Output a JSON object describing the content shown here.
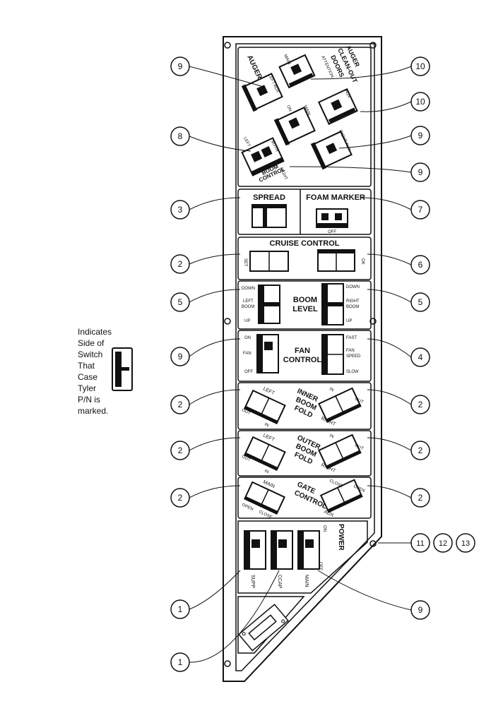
{
  "legend": {
    "text": "Indicates Side of Switch That Case Tyler P/N is marked."
  },
  "sections": {
    "augers": "AUGERS",
    "attention": "ATTENTION",
    "auger_clean_out": [
      "AUGER",
      "CLEAN-OUT",
      "DOORS"
    ],
    "main": "MAIN",
    "aux": "AUX",
    "left_aux": "LEFT AUX",
    "right_aux": "RIGHT AUX",
    "boom_control": [
      "BOOM",
      "CONTROL"
    ],
    "both": "BOTH",
    "left": "LEFT",
    "right": "RIGHT",
    "spread": "SPREAD",
    "foam_marker": "FOAM MARKER",
    "cruise_control": "CRUISE CONTROL",
    "boom_level": [
      "BOOM",
      "LEVEL"
    ],
    "left_boom": [
      "LEFT",
      "BOOM"
    ],
    "right_boom": [
      "RIGHT",
      "BOOM"
    ],
    "fan_control": [
      "FAN",
      "CONTROL"
    ],
    "fan_speed": [
      "FAN",
      "SPEED"
    ],
    "fan": "FAN",
    "inner_boom_fold": [
      "INNER",
      "BOOM",
      "FOLD"
    ],
    "outer_boom_fold": [
      "OUTER",
      "BOOM",
      "FOLD"
    ],
    "gate_control": [
      "GATE",
      "CONTROL"
    ],
    "power": "POWER",
    "supp": "SUPP",
    "ccap": "CCAP",
    "on": "ON",
    "off": "OFF",
    "up": "UP",
    "down": "DOWN",
    "in": "IN",
    "out": "OUT",
    "fast": "FAST",
    "slow": "SLOW",
    "open": "OPEN",
    "close": "CLOSE",
    "set": "SET",
    "ok": "OK"
  },
  "callouts": {
    "c1": "9",
    "c2": "10",
    "c3": "10",
    "c4": "8",
    "c5": "9",
    "c6": "9",
    "c7": "3",
    "c8": "7",
    "c9": "2",
    "c10": "6",
    "c11": "5",
    "c12": "5",
    "c13": "9",
    "c14": "4",
    "c15": "2",
    "c16": "2",
    "c17": "2",
    "c18": "2",
    "c19": "2",
    "c20": "2",
    "c21": "11",
    "c22": "12",
    "c23": "13",
    "c24": "1",
    "c25": "9",
    "c26": "1"
  }
}
